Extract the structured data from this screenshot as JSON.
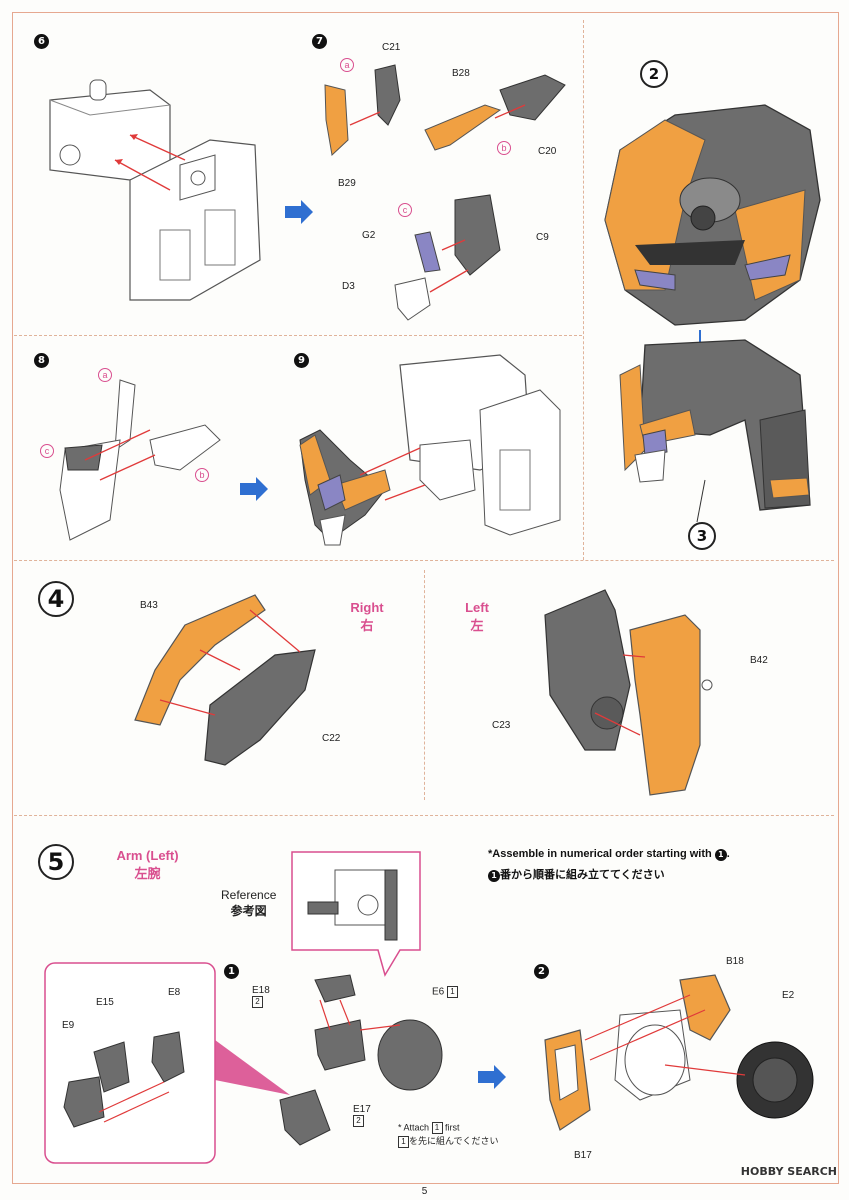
{
  "steps": {
    "s6": "6",
    "s7": "7",
    "s8": "8",
    "s9": "9",
    "b4": "4",
    "b5": "5",
    "c2": "2",
    "c3": "3",
    "a1": "1",
    "a2": "2"
  },
  "step7": {
    "circle_a": "a",
    "circle_b": "b",
    "circle_c": "c",
    "c21": "C21",
    "b28": "B28",
    "b29": "B29",
    "c20": "C20",
    "g2": "G2",
    "c9": "C9",
    "d3": "D3"
  },
  "step8": {
    "circle_a": "a",
    "circle_b": "b",
    "circle_c": "c"
  },
  "section4": {
    "right_en": "Right",
    "right_jp": "右",
    "left_en": "Left",
    "left_jp": "左",
    "b43": "B43",
    "c22": "C22",
    "b42": "B42",
    "c23": "C23"
  },
  "section5": {
    "arm_en": "Arm (Left)",
    "arm_jp": "左腕",
    "reference_en": "Reference",
    "reference_jp": "参考図",
    "note_en": "*Assemble in numerical order starting with ",
    "note_en_end": ".",
    "note_jp": "番から順番に組み立ててください",
    "e9": "E9",
    "e15": "E15",
    "e8": "E8",
    "e18": "E18",
    "e18_box": "2",
    "e6": "E6",
    "e6_box": "1",
    "e17": "E17",
    "e17_box": "2",
    "attach_en": "* Attach ",
    "attach_en_box": "1",
    "attach_en_end": " first",
    "attach_jp_box": "1",
    "attach_jp": "を先に組んでください",
    "b18": "B18",
    "e2": "E2",
    "b17": "B17"
  },
  "footer": {
    "page": "5",
    "watermark": "HOBBY SEARCH"
  },
  "colors": {
    "orange": "#f0a042",
    "gray": "#6d6d6d",
    "purple": "#8a86c4",
    "blue": "#2f6fd1",
    "pink": "#d94f8f"
  }
}
